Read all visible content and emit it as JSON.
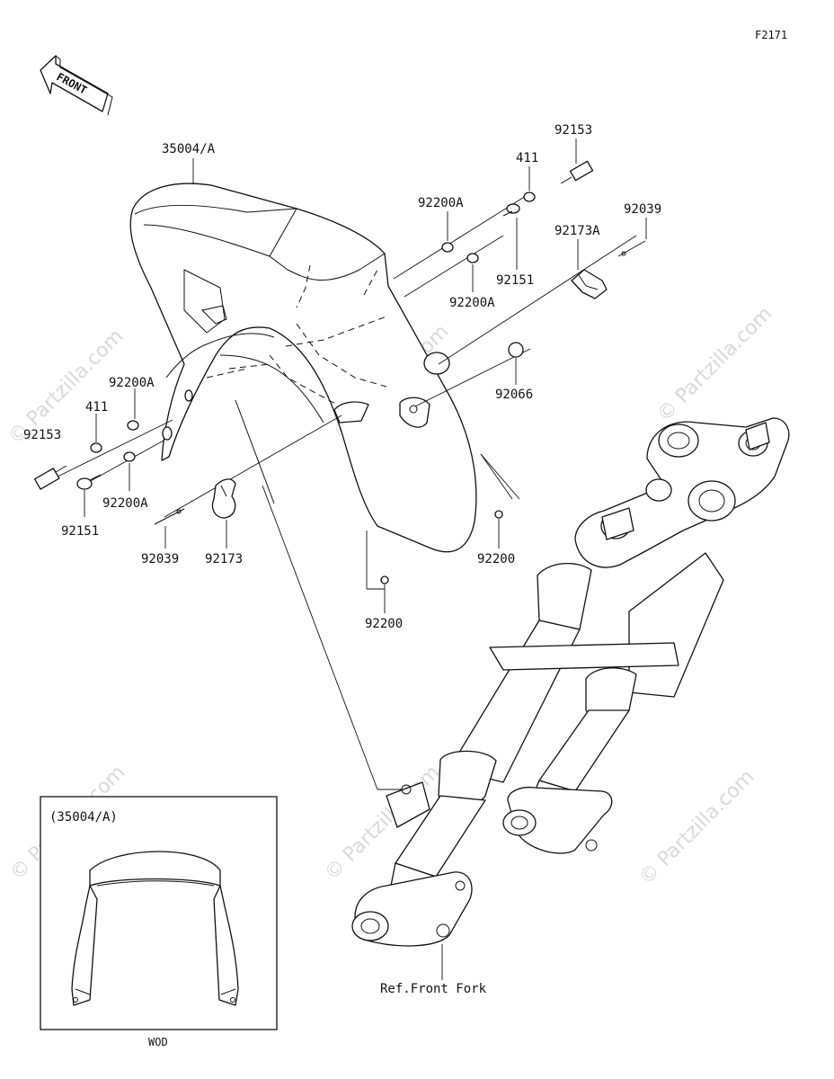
{
  "figure_code": "F2171",
  "front_arrow_label": "FRONT",
  "watermark": "© Partzilla.com",
  "inset": {
    "title": "(35004/A)",
    "caption": "WOD"
  },
  "reference_label": "Ref.Front Fork",
  "callouts": {
    "fender": "35004/A",
    "bolt_right_top": "92153",
    "washer_right_top": "411",
    "washer_a_right_upper": "92200A",
    "cable_pin_right": "92039",
    "clamp_right": "92173A",
    "screw_right": "92151",
    "washer_a_right_lower": "92200A",
    "grommet": "92066",
    "washer_a_left_upper": "92200A",
    "washer_left": "411",
    "bolt_left": "92153",
    "washer_a_left_lower": "92200A",
    "screw_left": "92151",
    "cable_pin_left": "92039",
    "clamp_left": "92173",
    "nut_center": "92200",
    "nut_right": "92200"
  },
  "colors": {
    "line": "#111111",
    "watermark": "#d9d9d9",
    "background": "#ffffff"
  }
}
